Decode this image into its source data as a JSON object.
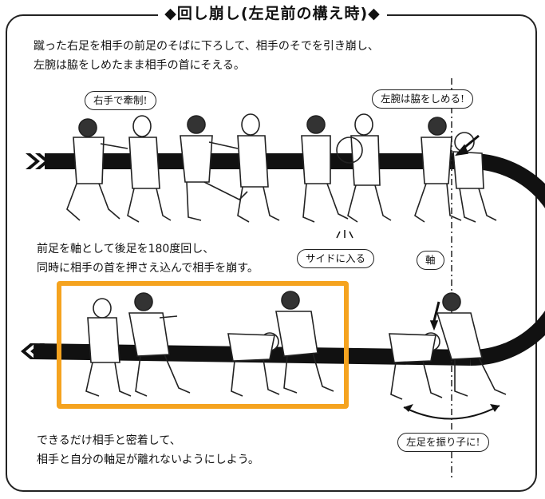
{
  "title": "◆回し崩し(左足前の構え時)◆",
  "intro": {
    "line1": "蹴った右足を相手の前足のそばに下ろして、相手のそでを引き崩し、",
    "line2": "左腕は脇をしめたまま相手の首にそえる。"
  },
  "middle": {
    "line1": "前足を軸として後足を180度回し、",
    "line2": "同時に相手の首を押さえ込んで相手を崩す。"
  },
  "bottom": {
    "line1": "できるだけ相手と密着して、",
    "line2": "相手と自分の軸足が離れないようにしよう。"
  },
  "bubbles": {
    "right_hand": "右手で牽制!",
    "left_arm": "左腕は脇をしめる!",
    "side": "サイドに入る",
    "axis": "軸",
    "left_leg": "左足を振り子に!"
  },
  "colors": {
    "highlight": "#f5a31f",
    "track": "#111111"
  }
}
